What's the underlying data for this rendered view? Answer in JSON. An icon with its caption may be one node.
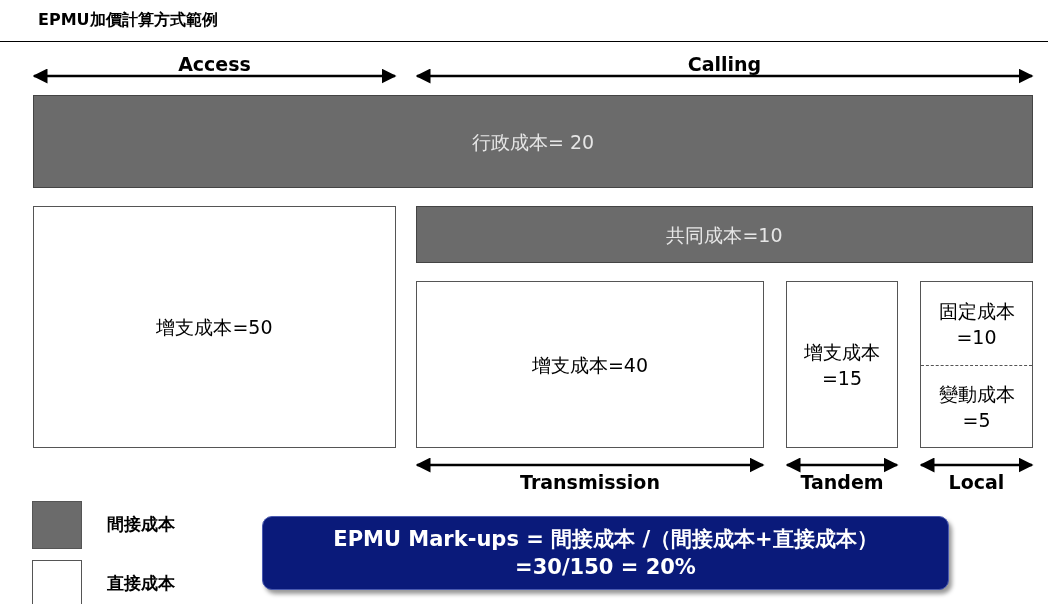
{
  "diagram": {
    "title": "EPMU加價計算方式範例",
    "nodes": [
      {
        "text": [
          "行政成本= 20"
        ]
      },
      {
        "text": [
          "增支成本=50"
        ]
      },
      {
        "text": [
          "共同成本=10"
        ]
      },
      {
        "text": [
          "增支成本=40"
        ]
      },
      {
        "text": [
          "增支成本 =15"
        ]
      },
      {
        "text": [],
        "shape": "box"
      },
      {
        "text": [
          "固定成本 =10"
        ],
        "in": 5
      },
      {
        "text": [
          "變動成本 =5"
        ],
        "in": 5
      },
      {
        "text": [
          "EPMU Mark-ups = 間接成本 /（間接成本+直接成本） =30/150 = 20%"
        ]
      }
    ],
    "labels": [
      "Access",
      "Calling",
      "Transmission",
      "Tandem",
      "Local"
    ],
    "legend": [
      {
        "text": "間接成本",
        "color": "#6b6b6b"
      },
      {
        "text": "直接成本",
        "color": "#ffffff"
      }
    ]
  }
}
